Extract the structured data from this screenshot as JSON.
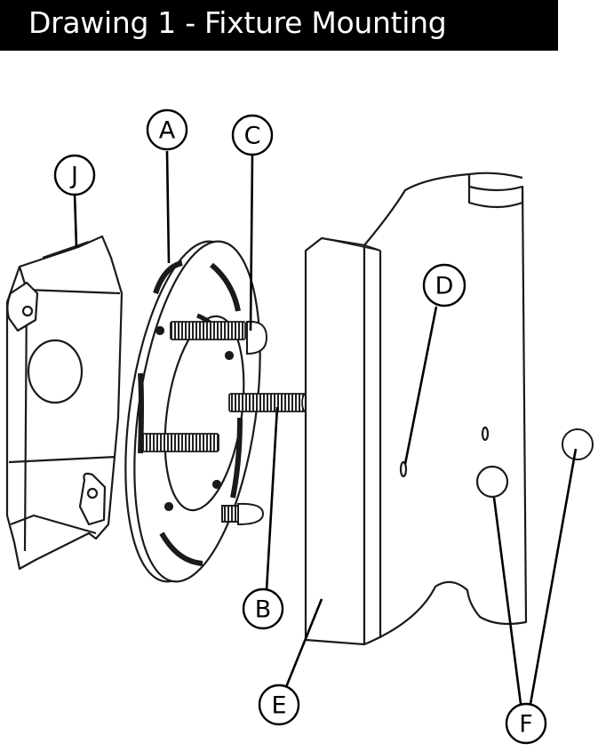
{
  "title": "Drawing 1 - Fixture Mounting",
  "colors": {
    "title_bar": "#000000",
    "title_text": "#ffffff",
    "line": "#1a1a1a"
  },
  "callouts": {
    "A": "A",
    "B": "B",
    "C": "C",
    "D": "D",
    "E": "E",
    "F": "F",
    "J": "J"
  }
}
